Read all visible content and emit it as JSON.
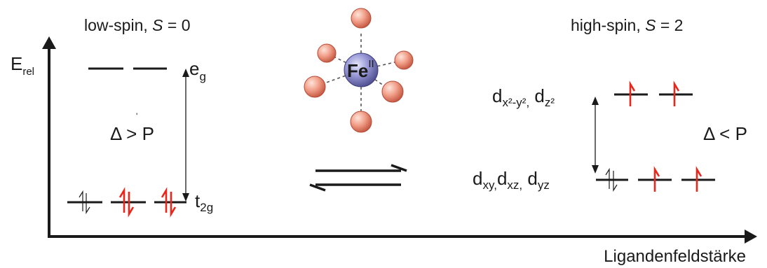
{
  "axes": {
    "y_label": "E",
    "y_label_sub": "rel",
    "x_label": "Ligandenfeldstärke"
  },
  "low_spin": {
    "title_prefix": "low-spin, ",
    "title_var": "S",
    "title_suffix": " = 0",
    "upper_label": "e",
    "upper_label_sub": "g",
    "lower_label": "t",
    "lower_label_sub": "2g",
    "relation": "Δ > P"
  },
  "high_spin": {
    "title_prefix": "high-spin, ",
    "title_var": "S",
    "title_suffix": " = 2",
    "upper_label_d1": "d",
    "upper_label_sub1": "x²-y²,",
    "upper_label_d2": "d",
    "upper_label_sub2": "z²",
    "lower_label_d1": "d",
    "lower_label_sub1": "xy,",
    "lower_label_d2": "d",
    "lower_label_sub2": "xz,",
    "lower_label_d3": "d",
    "lower_label_sub3": "yz",
    "relation": "Δ < P"
  },
  "complex": {
    "metal": "Fe",
    "oxidation": "II"
  },
  "colors": {
    "electron_red": "#e8261c",
    "electron_black": "#1a1a1a",
    "metal_fill": "#9a9ad8",
    "ligand_fill": "#f2a08a"
  }
}
